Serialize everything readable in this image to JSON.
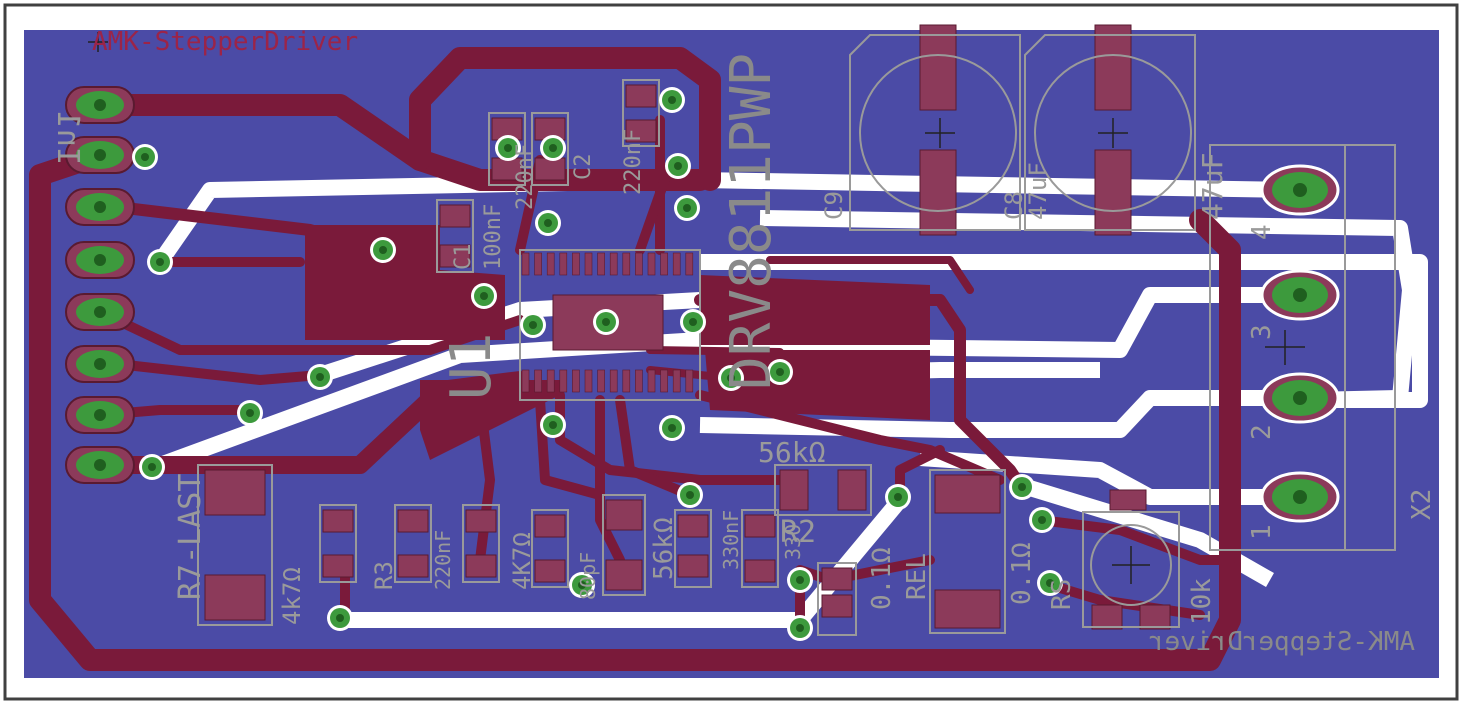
{
  "board": {
    "title_top": "AMK-StepperDriver",
    "title_bottom_mirrored": "AMK-StepperDriver",
    "colors": {
      "background": "#ffffff",
      "outline": "#404040",
      "copper_pour": "#4b4ba6",
      "trace": "#7a1a3a",
      "pad": "#8c3a5a",
      "via_ring": "#3d9a3d",
      "silkscreen": "#9a9a9a"
    }
  },
  "labels": {
    "connector_in": "In1",
    "ic_ref": "U1",
    "ic_value": "DRV8811PWP",
    "c_cap_c1": "C1",
    "c_cap_c2": "C2",
    "c_100nf": "100nF",
    "c_220nf_1": "220nF",
    "c_220nf_2": "220nF",
    "c_c8": "C8",
    "c_c9": "C9",
    "c_47uf": "47uF",
    "r_56k": "56kΩ",
    "r2": "R2",
    "r_56k_2": "56kΩ",
    "c_330nf": "330nF",
    "c_330pf": "330",
    "r3": "R3",
    "r4k7": "4k7Ω",
    "r4k7_2": "4K7Ω",
    "c_220nf_3": "220nF",
    "r_0_1": "0.1Ω",
    "r_0_1b": "0.1Ω",
    "r7_last": "R7-LAST",
    "rs": "RS",
    "x2": "X2",
    "pin1": "1",
    "pin2": "2",
    "pin3": "3",
    "pin4": "4",
    "pot_value": "10k",
    "c80pf": "80pF",
    "rel": "REL"
  }
}
